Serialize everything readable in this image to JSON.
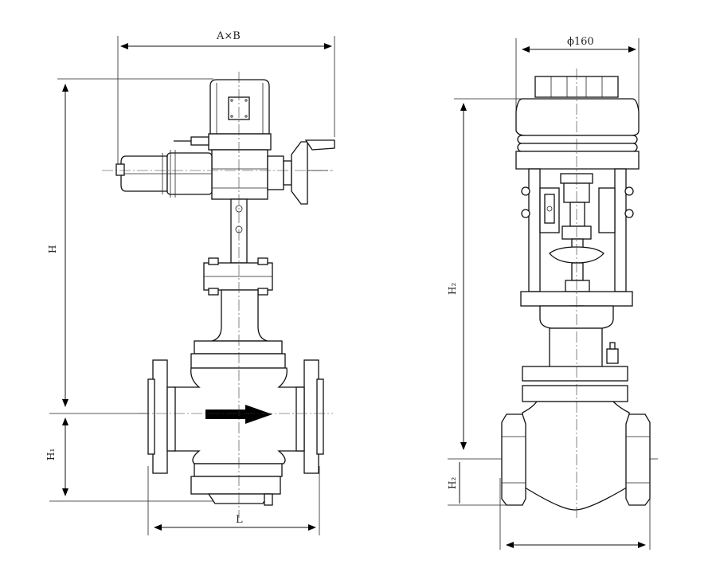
{
  "labels": {
    "top_width": "A×B",
    "left_height_total": "H",
    "left_height_lower": "H₁",
    "left_length": "L",
    "right_diameter": "ϕ160",
    "right_height_total": "H₂",
    "right_height_lower": "H₂"
  }
}
